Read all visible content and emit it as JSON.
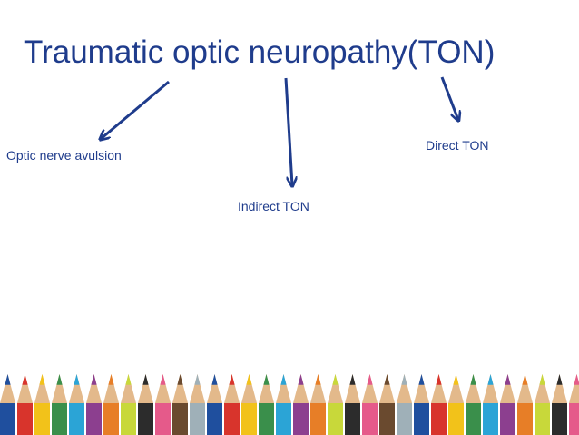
{
  "title": "Traumatic optic neuropathy(TON)",
  "branches": [
    {
      "label": "Optic nerve avulsion"
    },
    {
      "label": "Indirect TON"
    },
    {
      "label": "Direct TON"
    }
  ],
  "colors": {
    "text": "#1f3c8c",
    "arrow": "#1f3c8c",
    "background": "#ffffff"
  },
  "decoration": {
    "name": "colored-pencil-border",
    "pencil_colors": [
      "#1f4f9e",
      "#d8342c",
      "#f2c21a",
      "#3a8f4b",
      "#2ba4d6",
      "#8c3f8f",
      "#e77e27",
      "#c8d83a",
      "#2c2c2c",
      "#e55a8a",
      "#6a4a2f",
      "#9fb0b8"
    ]
  }
}
